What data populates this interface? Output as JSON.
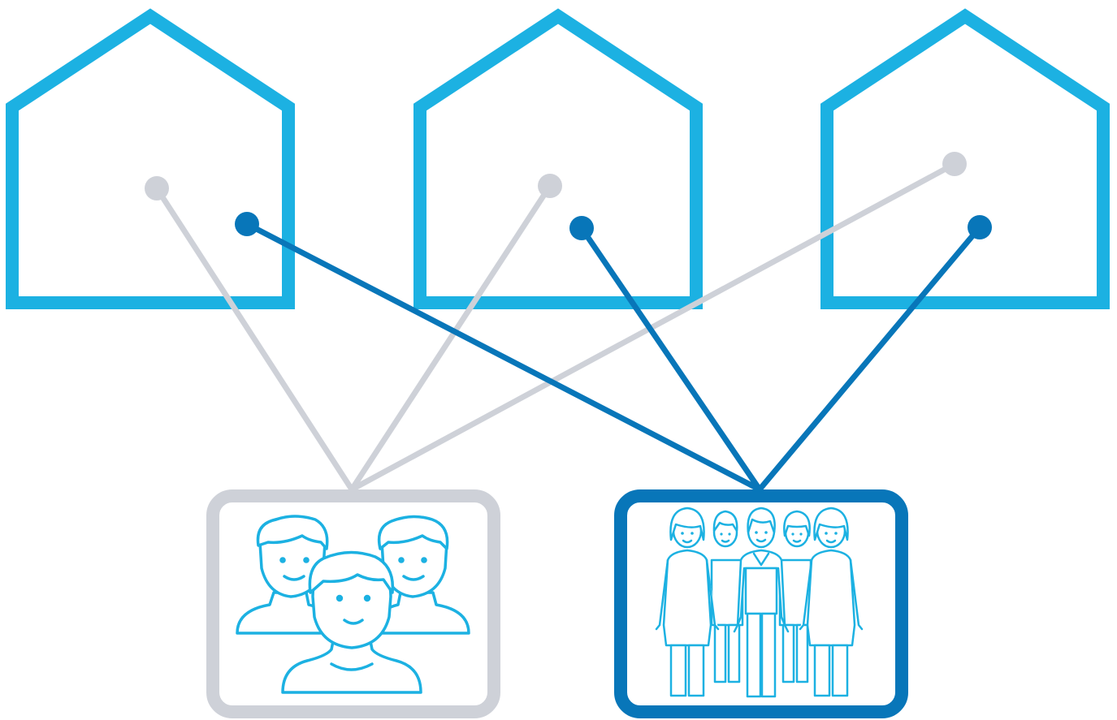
{
  "colors": {
    "house_outline": "#1cb1e2",
    "link_gray": "#ced1d8",
    "link_blue": "#0876b9",
    "icon_stroke": "#1cb1e2",
    "background": "#ffffff"
  },
  "houses": [
    {
      "name": "house-1",
      "icon": "house-outline-icon"
    },
    {
      "name": "house-2",
      "icon": "house-outline-icon"
    },
    {
      "name": "house-3",
      "icon": "house-outline-icon"
    }
  ],
  "groups": [
    {
      "name": "group-box-gray",
      "icon": "three-people-faces-icon",
      "link_color": "gray"
    },
    {
      "name": "group-box-blue",
      "icon": "family-group-icon",
      "link_color": "blue"
    }
  ],
  "connections": [
    {
      "from": "house-1",
      "to": "group-box-gray",
      "color": "gray"
    },
    {
      "from": "house-2",
      "to": "group-box-gray",
      "color": "gray"
    },
    {
      "from": "house-3",
      "to": "group-box-gray",
      "color": "gray"
    },
    {
      "from": "house-1",
      "to": "group-box-blue",
      "color": "blue"
    },
    {
      "from": "house-2",
      "to": "group-box-blue",
      "color": "blue"
    },
    {
      "from": "house-3",
      "to": "group-box-blue",
      "color": "blue"
    }
  ]
}
